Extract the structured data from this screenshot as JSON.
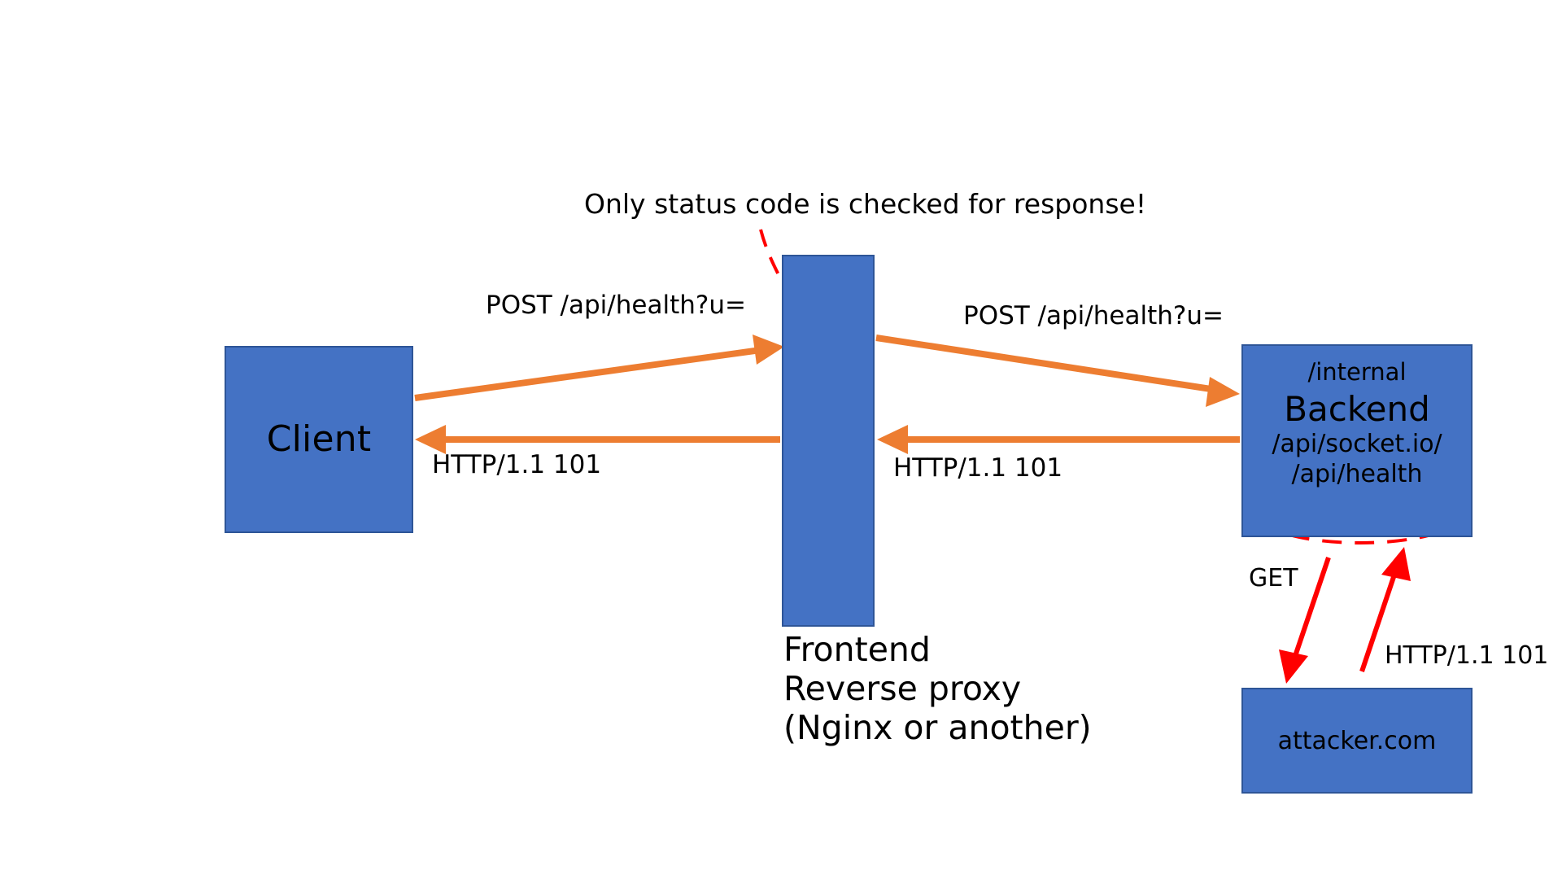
{
  "diagram": {
    "title_note": "Only status code is checked for response!",
    "colors": {
      "node_fill": "#4472C4",
      "node_border": "#2E5597",
      "flow_arrow": "#ED7D31",
      "attack_arrow": "#FF0000",
      "highlight": "#FF0000",
      "background": "#FFFFFF",
      "text": "#000000"
    }
  },
  "nodes": {
    "client": {
      "label": "Client"
    },
    "frontend": {
      "icon": "recycle-loop-icon",
      "caption_line1": "Frontend",
      "caption_line2": "Reverse proxy",
      "caption_line3": "(Nginx or another)"
    },
    "backend": {
      "route_internal": "/internal",
      "label": "Backend",
      "route_socket": "/api/socket.io/",
      "route_health": "/api/health"
    },
    "attacker": {
      "label": "attacker.com"
    }
  },
  "flows": {
    "client_to_frontend": "POST /api/health?u=",
    "frontend_to_backend": "POST /api/health?u=",
    "backend_to_frontend": "HTTP/1.1 101",
    "frontend_to_client": "HTTP/1.1 101",
    "backend_to_attacker": "GET",
    "attacker_to_backend": "HTTP/1.1 101"
  }
}
